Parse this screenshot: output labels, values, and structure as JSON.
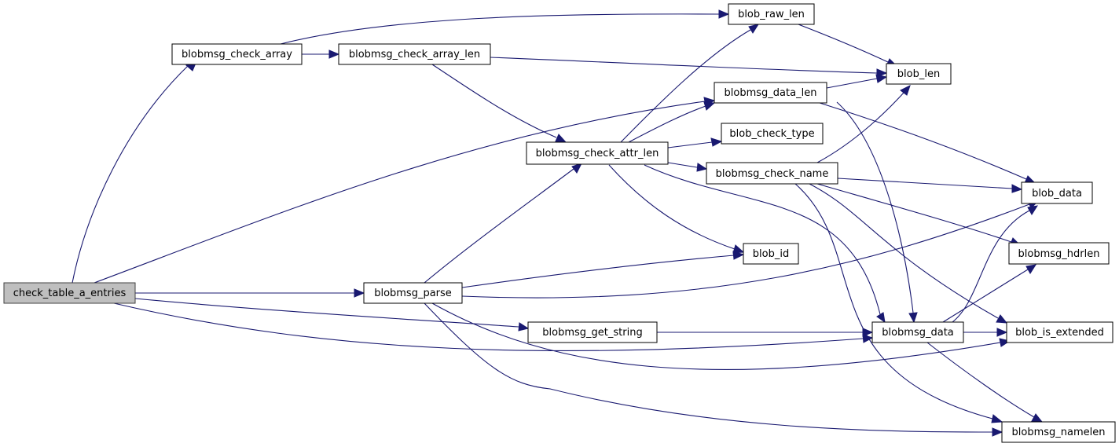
{
  "nodes": {
    "check_table_a_entries": "check_table_a_entries",
    "blobmsg_check_array": "blobmsg_check_array",
    "blobmsg_check_array_len": "blobmsg_check_array_len",
    "blob_raw_len": "blob_raw_len",
    "blob_len": "blob_len",
    "blobmsg_data_len": "blobmsg_data_len",
    "blob_check_type": "blob_check_type",
    "blobmsg_check_attr_len": "blobmsg_check_attr_len",
    "blobmsg_check_name": "blobmsg_check_name",
    "blob_data": "blob_data",
    "blobmsg_hdrlen": "blobmsg_hdrlen",
    "blob_id": "blob_id",
    "blobmsg_parse": "blobmsg_parse",
    "blobmsg_get_string": "blobmsg_get_string",
    "blobmsg_data": "blobmsg_data",
    "blob_is_extended": "blob_is_extended",
    "blobmsg_namelen": "blobmsg_namelen"
  },
  "edges": [
    [
      "check_table_a_entries",
      "blobmsg_check_array"
    ],
    [
      "check_table_a_entries",
      "blobmsg_data_len"
    ],
    [
      "check_table_a_entries",
      "blobmsg_parse"
    ],
    [
      "check_table_a_entries",
      "blobmsg_get_string"
    ],
    [
      "check_table_a_entries",
      "blobmsg_data"
    ],
    [
      "blobmsg_check_array",
      "blob_raw_len"
    ],
    [
      "blobmsg_check_array",
      "blobmsg_check_array_len"
    ],
    [
      "blobmsg_check_array_len",
      "blob_len"
    ],
    [
      "blobmsg_check_array_len",
      "blobmsg_check_attr_len"
    ],
    [
      "blob_raw_len",
      "blob_len"
    ],
    [
      "blobmsg_data_len",
      "blob_len"
    ],
    [
      "blobmsg_data_len",
      "blob_data"
    ],
    [
      "blobmsg_data_len",
      "blobmsg_data"
    ],
    [
      "blobmsg_check_attr_len",
      "blob_raw_len"
    ],
    [
      "blobmsg_check_attr_len",
      "blobmsg_data_len"
    ],
    [
      "blobmsg_check_attr_len",
      "blob_check_type"
    ],
    [
      "blobmsg_check_attr_len",
      "blobmsg_check_name"
    ],
    [
      "blobmsg_check_attr_len",
      "blob_id"
    ],
    [
      "blobmsg_check_attr_len",
      "blobmsg_data"
    ],
    [
      "blobmsg_check_name",
      "blob_len"
    ],
    [
      "blobmsg_check_name",
      "blob_data"
    ],
    [
      "blobmsg_check_name",
      "blobmsg_hdrlen"
    ],
    [
      "blobmsg_check_name",
      "blob_is_extended"
    ],
    [
      "blobmsg_check_name",
      "blobmsg_namelen"
    ],
    [
      "blobmsg_parse",
      "blobmsg_check_attr_len"
    ],
    [
      "blobmsg_parse",
      "blob_id"
    ],
    [
      "blobmsg_parse",
      "blob_data"
    ],
    [
      "blobmsg_parse",
      "blob_is_extended"
    ],
    [
      "blobmsg_parse",
      "blobmsg_namelen"
    ],
    [
      "blobmsg_get_string",
      "blobmsg_data"
    ],
    [
      "blobmsg_data",
      "blob_data"
    ],
    [
      "blobmsg_data",
      "blobmsg_hdrlen"
    ],
    [
      "blobmsg_data",
      "blob_is_extended"
    ],
    [
      "blobmsg_data",
      "blobmsg_namelen"
    ]
  ]
}
